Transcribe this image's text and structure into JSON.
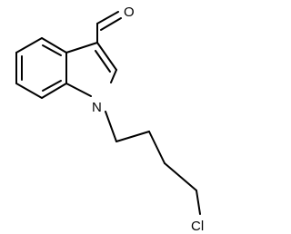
{
  "molecule": {
    "atoms": {
      "oxygen": "O",
      "nitrogen": "N",
      "chlorine": "Cl"
    }
  }
}
